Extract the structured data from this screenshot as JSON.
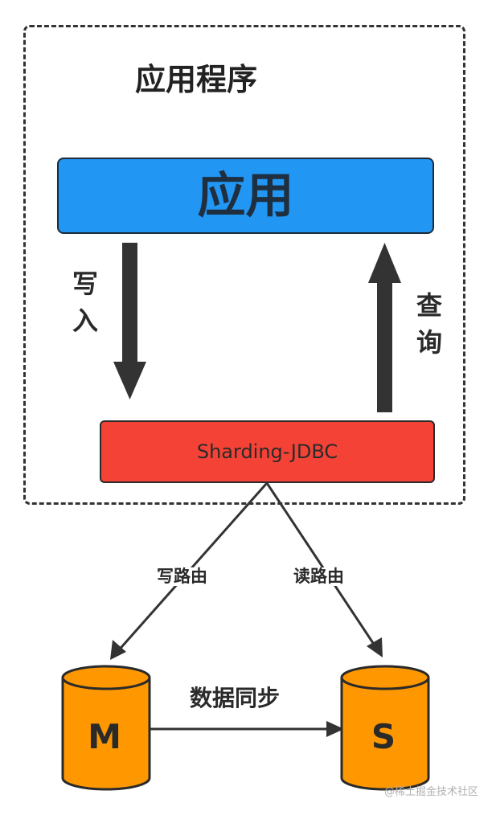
{
  "diagram": {
    "app_container_title": "应用程序",
    "app_box_label": "应用",
    "write_label": [
      "写",
      "入"
    ],
    "query_label": [
      "查",
      "询"
    ],
    "sharding_label": "Sharding-JDBC",
    "write_route_label": "写路由",
    "read_route_label": "读路由",
    "sync_label": "数据同步",
    "master_db_label": "M",
    "slave_db_label": "S"
  },
  "watermark": "@稀土掘金技术社区",
  "colors": {
    "app_box": "#2196f3",
    "sharding_box": "#f44336",
    "database": "#ff9800",
    "arrow": "#333333"
  }
}
